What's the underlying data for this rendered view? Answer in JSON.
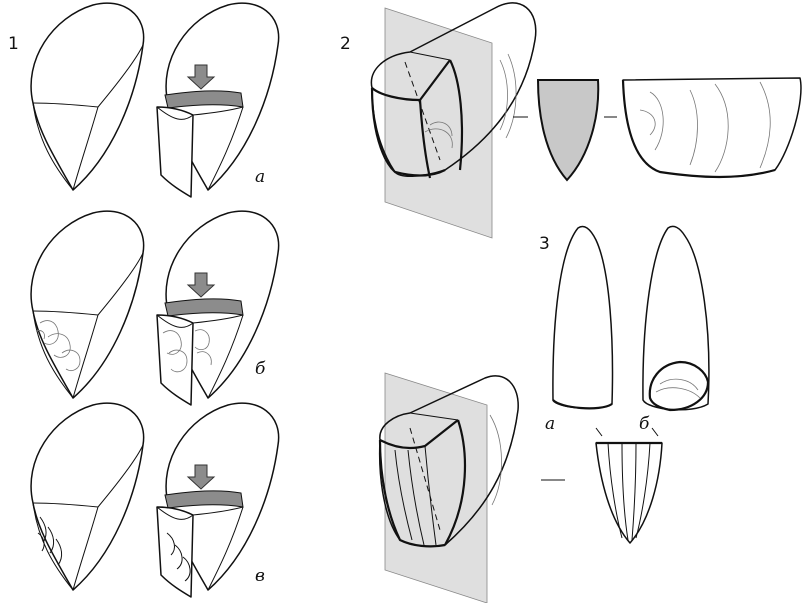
{
  "panels": {
    "p1": {
      "number": "1",
      "rows": [
        "а",
        "б",
        "в"
      ]
    },
    "p2": {
      "number": "2"
    },
    "p3": {
      "number": "3",
      "labels": [
        "а",
        "б"
      ]
    }
  },
  "colors": {
    "line": "#111111",
    "band": "#8c8c8c",
    "plane": "#c4c4c4",
    "section": "#c8c8c8"
  },
  "icons": [
    "down-arrow-icon"
  ]
}
